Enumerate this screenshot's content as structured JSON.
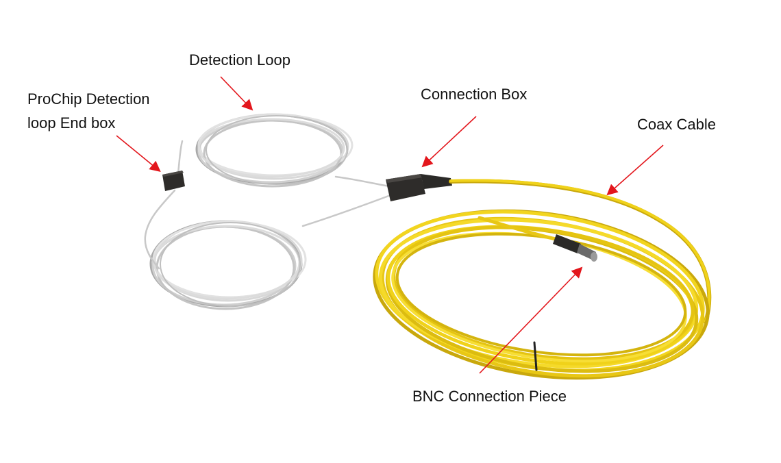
{
  "labels": {
    "detection_loop": "Detection Loop",
    "end_box_line1": "ProChip Detection",
    "end_box_line2": "loop End box",
    "connection_box": "Connection Box",
    "coax_cable": "Coax Cable",
    "bnc_piece": "BNC Connection Piece"
  },
  "colors": {
    "arrow": "#e3161c",
    "white_cable": "#d6d6d6",
    "white_cable_shadow": "#a9a9a9",
    "yellow_cable": "#f0d21a",
    "yellow_cable_shadow": "#c9a80c",
    "box": "#2e2c2a",
    "text": "#111111"
  },
  "icons": {
    "arrow": "red-arrow-icon"
  }
}
